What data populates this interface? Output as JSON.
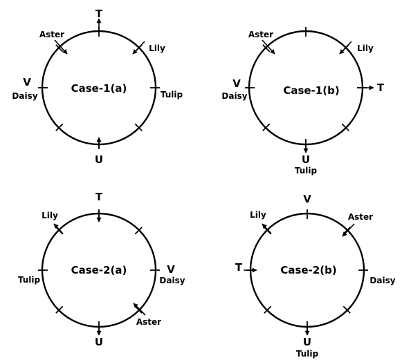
{
  "cases": [
    {
      "title": "Case-1(a)",
      "labels": {
        "T": "T",
        "Aster": "Aster",
        "Lily": "Lily",
        "V": "V",
        "Daisy": "Daisy",
        "Tulip": "Tulip",
        "U": "U"
      }
    },
    {
      "title": "Case-1(b)",
      "labels": {
        "Aster": "Aster",
        "Lily": "Lily",
        "V": "V",
        "Daisy": "Daisy",
        "T": "T",
        "U": "U",
        "Tulip": "Tulip"
      }
    },
    {
      "title": "Case-2(a)",
      "labels": {
        "T": "T",
        "Lily": "Lily",
        "Tulip": "Tulip",
        "V": "V",
        "Daisy": "Daisy",
        "Aster": "Aster",
        "U": "U"
      }
    },
    {
      "title": "Case-2(b)",
      "labels": {
        "V": "V",
        "Lily": "Lily",
        "Aster": "Aster",
        "T": "T",
        "Daisy": "Daisy",
        "U": "U",
        "Tulip": "Tulip"
      }
    }
  ]
}
